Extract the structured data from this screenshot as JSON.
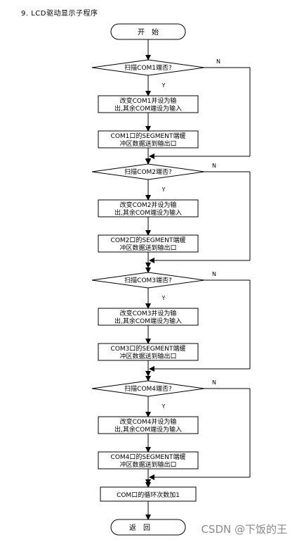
{
  "title": "9. LCD驱动显示子程序",
  "start_label": "开　始",
  "end_label": "返　回",
  "yes_label": "Y",
  "no_label": "N",
  "blocks": [
    {
      "decision": "扫描COM1端否?",
      "box1": [
        "改变COM1并设为输",
        "出,其余COM端设为输入"
      ],
      "box2": [
        "COM1口的SEGMENT端缓",
        "冲区数据送到输出口"
      ]
    },
    {
      "decision": "扫描COM2端否?",
      "box1": [
        "改变COM2并设为输",
        "出,其余COM端设为输入"
      ],
      "box2": [
        "COM2口的SEGMENT端缓",
        "冲区数据送到输出口"
      ]
    },
    {
      "decision": "扫描COM3端否?",
      "box1": [
        "改变COM3并设为输",
        "出,其余COM端设为输入"
      ],
      "box2": [
        "COM3口的SEGMENT端缓",
        "冲区数据送到输出口"
      ]
    },
    {
      "decision": "扫描COM4端否?",
      "box1": [
        "改变COM4并设为输",
        "出,其余COM端设为输入"
      ],
      "box2": [
        "COM4口的SEGMENT端缓",
        "冲区数据送到输出口"
      ]
    }
  ],
  "final_step": "COM口的循环次数加1",
  "watermark": "CSDN @下饭的王"
}
